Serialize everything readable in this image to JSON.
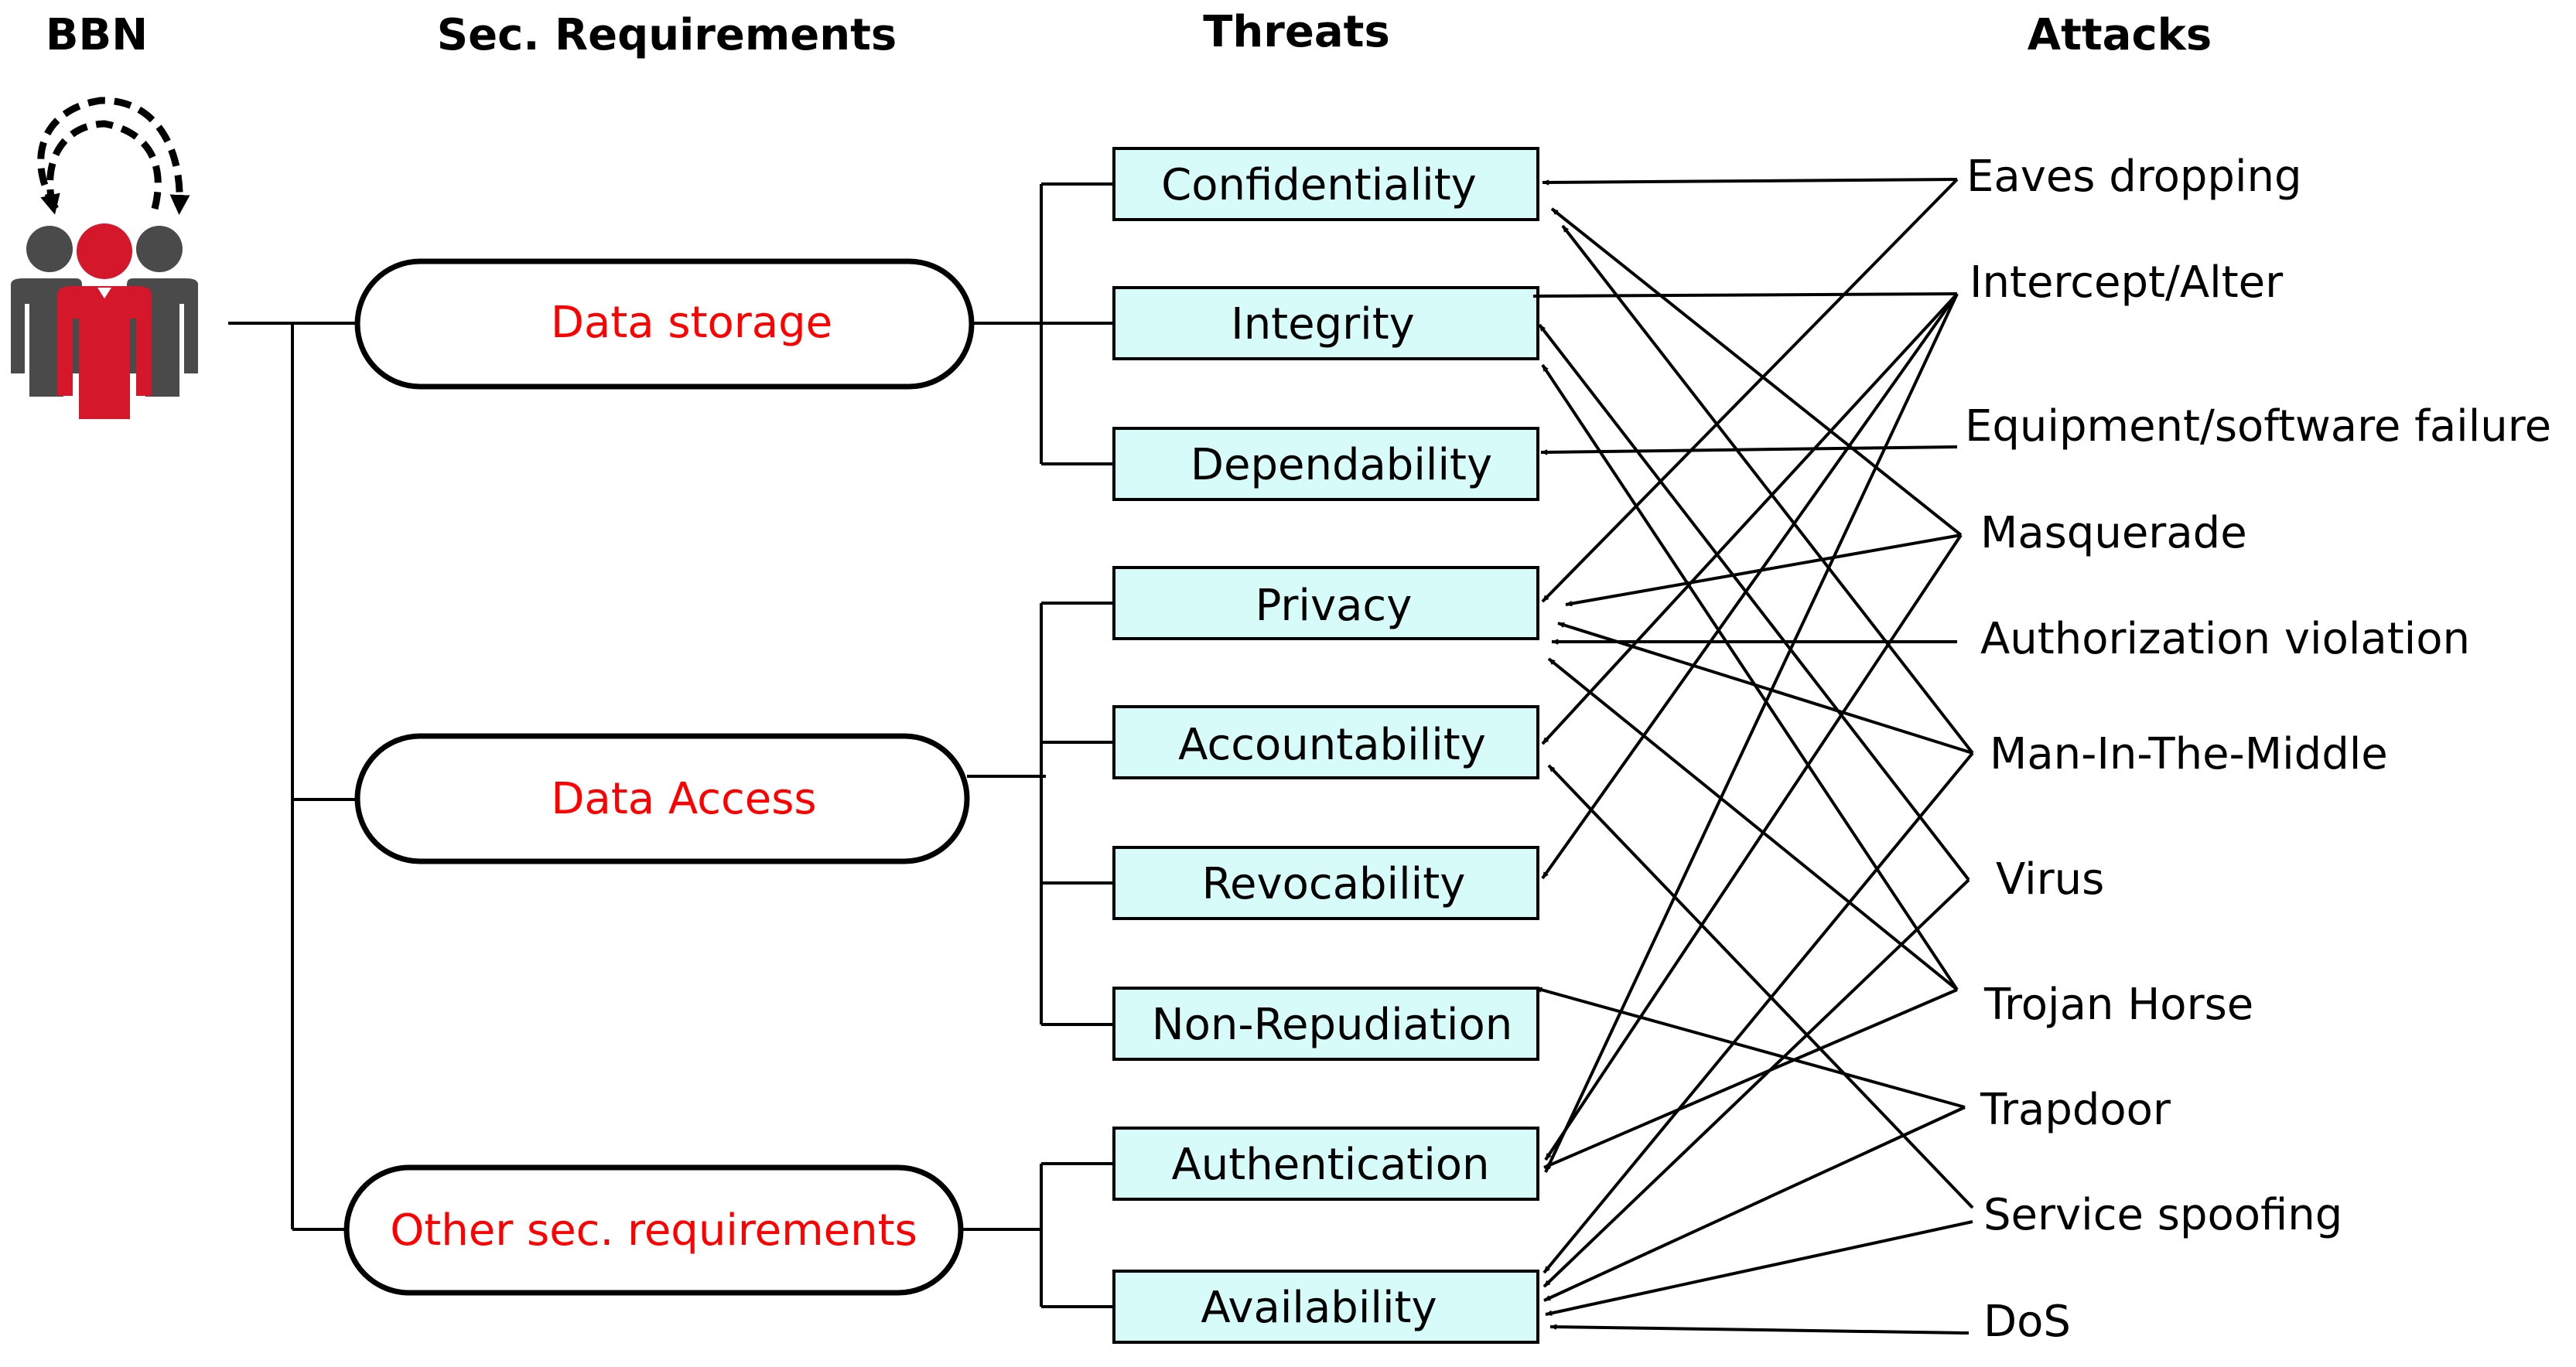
{
  "headers": {
    "bbn": "BBN",
    "requirements": "Sec. Requirements",
    "threats": "Threats",
    "attacks": "Attacks"
  },
  "requirements": [
    "Data storage",
    "Data Access",
    "Other sec. requirements"
  ],
  "threats": [
    "Confidentiality",
    "Integrity",
    "Dependability",
    "Privacy",
    "Accountability",
    "Revocability",
    "Non-Repudiation",
    "Authentication",
    "Availability"
  ],
  "attacks": [
    "Eaves dropping",
    "Intercept/Alter",
    "Equipment/software failure",
    "Masquerade",
    "Authorization violation",
    "Man-In-The-Middle",
    "Virus",
    "Trojan Horse",
    "Trapdoor",
    "Service spoofing",
    "DoS"
  ],
  "groups": [
    {
      "requirement": "Data storage",
      "threats": [
        "Confidentiality",
        "Integrity",
        "Dependability"
      ]
    },
    {
      "requirement": "Data Access",
      "threats": [
        "Privacy",
        "Accountability",
        "Revocability",
        "Non-Repudiation"
      ]
    },
    {
      "requirement": "Other sec. requirements",
      "threats": [
        "Authentication",
        "Availability"
      ]
    }
  ],
  "colors": {
    "threat_fill": "#d6fbf8",
    "requirement_text": "#ff0000",
    "person_main": "#d4172a",
    "person_side": "#4a4a4a"
  },
  "icons": {
    "bbn": "people-group-icon",
    "cycle": "circular-arrows-icon"
  }
}
